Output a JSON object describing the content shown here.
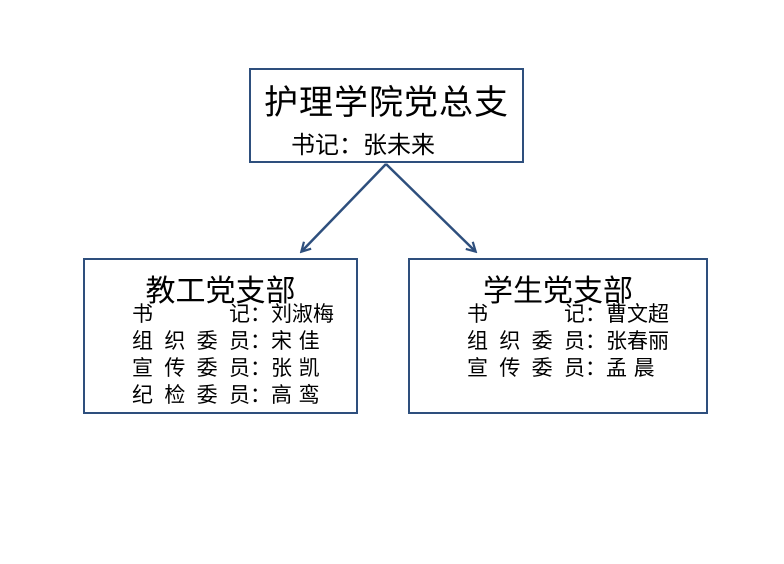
{
  "colors": {
    "border": "#2e4f7d",
    "arrow": "#2e4f7d",
    "text": "#000000",
    "background": "#ffffff"
  },
  "root": {
    "title": "护理学院党总支",
    "secretary_label": "书记",
    "separator": "：",
    "secretary_name": "张未来"
  },
  "branches": [
    {
      "title": "教工党支部",
      "members": [
        {
          "role": "书　　记",
          "name": "刘淑梅"
        },
        {
          "role": "组织委员",
          "name": "宋 佳"
        },
        {
          "role": "宣传委员",
          "name": "张 凯"
        },
        {
          "role": "纪检委员",
          "name": "高 鸾"
        }
      ]
    },
    {
      "title": "学生党支部",
      "members": [
        {
          "role": "书　　记",
          "name": "曹文超"
        },
        {
          "role": "组织委员",
          "name": "张春丽"
        },
        {
          "role": "宣传委员",
          "name": "孟 晨"
        }
      ]
    }
  ]
}
